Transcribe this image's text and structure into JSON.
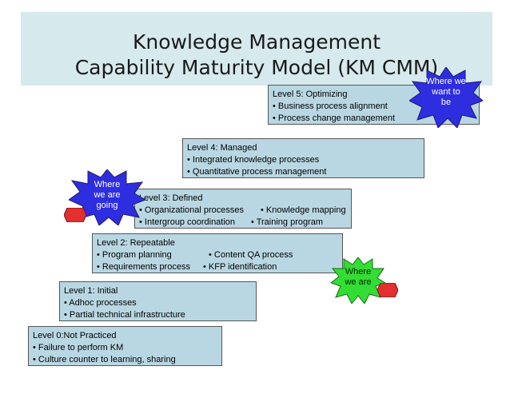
{
  "title": {
    "line1": "Knowledge Management",
    "line2": "Capability Maturity Model (KM CMM)"
  },
  "levels": [
    {
      "heading": "Level 5: Optimizing",
      "items": [
        "• Business process alignment",
        "• Process change management"
      ]
    },
    {
      "heading": "Level 4: Managed",
      "items": [
        "• Integrated knowledge processes",
        "• Quantitative process management"
      ]
    },
    {
      "heading": "Level 3: Defined",
      "items": [
        "• Organizational processes",
        "• Knowledge mapping",
        "• Intergroup coordination",
        "• Training program"
      ]
    },
    {
      "heading": "Level 2: Repeatable",
      "items": [
        "• Program planning",
        "• Content QA process",
        "• Requirements process",
        "• KFP identification"
      ]
    },
    {
      "heading": "Level 1: Initial",
      "items": [
        "• Adhoc processes",
        "• Partial technical infrastructure"
      ]
    },
    {
      "heading": "Level 0:Not Practiced",
      "items": [
        "• Failure to perform KM",
        "• Culture counter to learning, sharing"
      ]
    }
  ],
  "callouts": {
    "want": {
      "lines": [
        "Where we",
        "want to",
        "be"
      ],
      "color": "#2e2ee0"
    },
    "going": {
      "lines": [
        "Where",
        "we are",
        "going"
      ],
      "color": "#2e2ee0"
    },
    "are": {
      "lines": [
        "Where",
        "we are"
      ],
      "color": "#33dd33"
    }
  },
  "tags": {
    "going": {
      "text": "00",
      "color": "#e03030"
    },
    "are": {
      "text": "00",
      "color": "#e03030"
    }
  },
  "colors": {
    "box": "#b9d7e3",
    "band": "#d6e9ec"
  }
}
